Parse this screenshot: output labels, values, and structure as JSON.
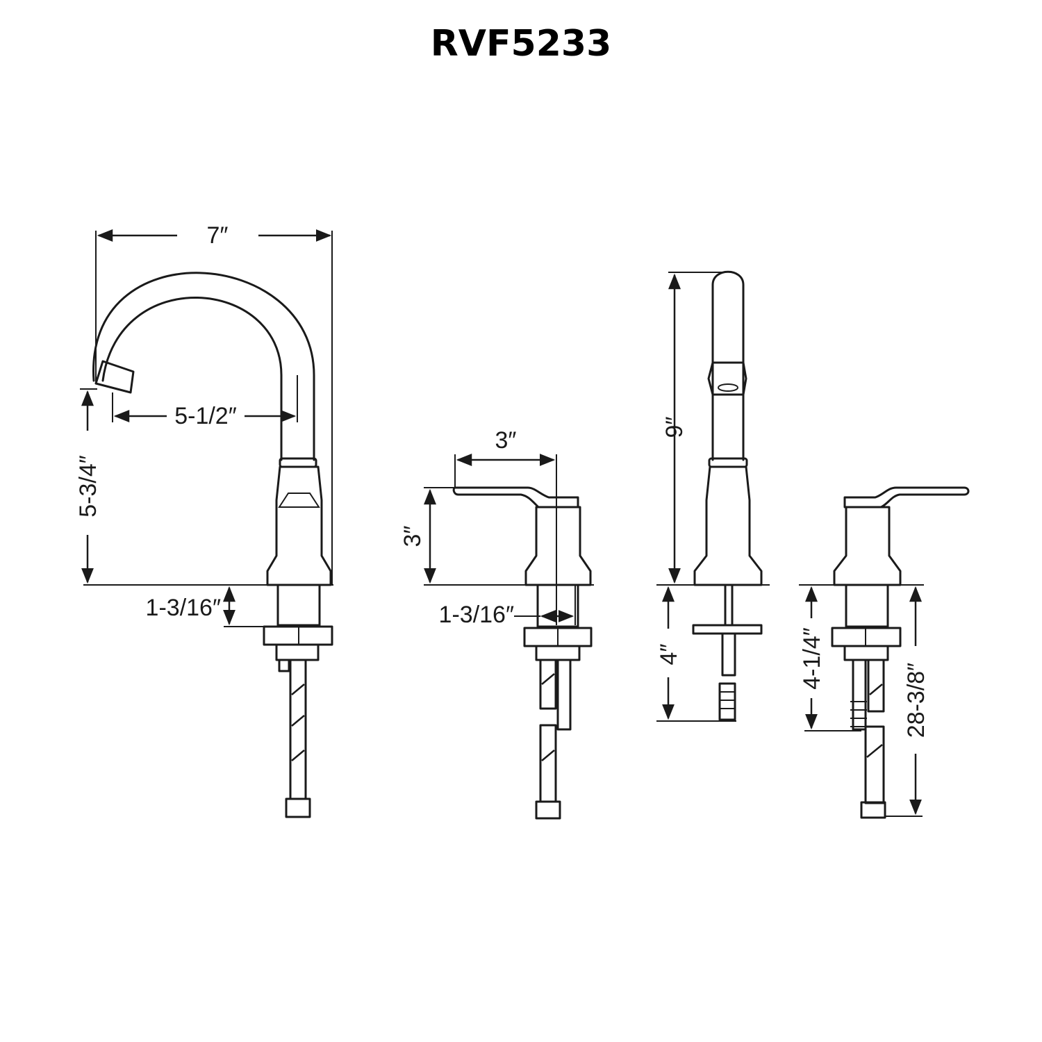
{
  "title": "RVF5233",
  "dimensions": {
    "spout_width": "7″",
    "spout_reach": "5-1/2″",
    "spout_clearance": "5-3/4″",
    "spout_shank": "1-3/16″",
    "handle_length": "3″",
    "handle_height": "3″",
    "handle_shank": "1-3/16″",
    "spout_height": "9″",
    "spout_side_shank": "4″",
    "handle_side_shank": "4-1/4″",
    "supply_length": "28-3/8″"
  }
}
